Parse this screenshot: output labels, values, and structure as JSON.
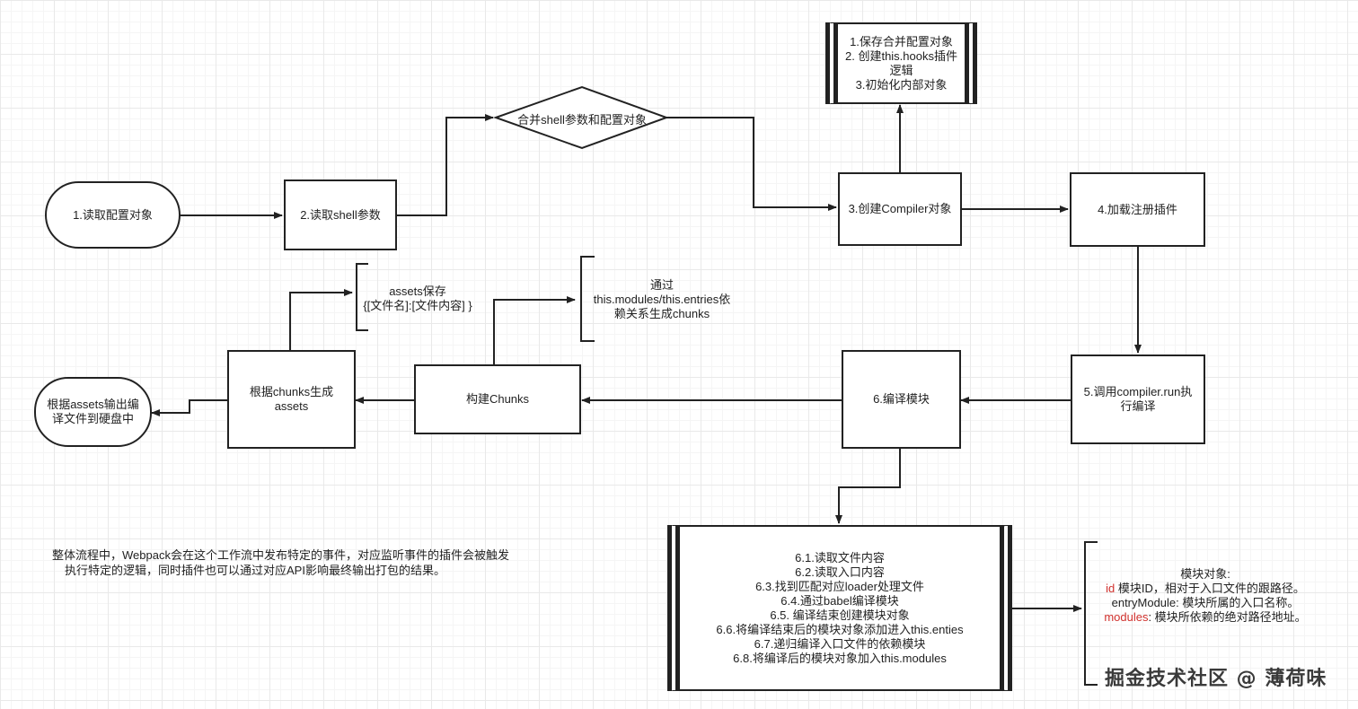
{
  "nodes": {
    "read_config": "1.读取配置对象",
    "read_shell": "2.读取shell参数",
    "merge_diamond": "合并shell参数和配置对象",
    "compiler_init": [
      "1.保存合并配置对象",
      "2. 创建this.hooks插件",
      "逻辑",
      "3.初始化内部对象"
    ],
    "create_compiler": "3.创建Compiler对象",
    "load_plugins": "4.加载注册插件",
    "run_compiler": [
      "5.调用compiler.run执",
      "行编译"
    ],
    "compile_modules": "6.编译模块",
    "build_chunks": "构建Chunks",
    "gen_assets": [
      "根据chunks生成",
      "assets"
    ],
    "output_assets": [
      "根据assets输出编",
      "译文件到硬盘中"
    ],
    "compile_steps": [
      "6.1.读取文件内容",
      "6.2.读取入口内容",
      "6.3.找到匹配对应loader处理文件",
      "6.4.通过babel编译模块",
      "6.5. 编译结束创建模块对象",
      "6.6.将编译结束后的模块对象添加进入this.enties",
      "6.7.递归编译入口文件的依赖模块",
      "6.8.将编译后的模块对象加入this.modules"
    ]
  },
  "annotations": {
    "assets_note": [
      "assets保存",
      "{[文件名]:[文件内容] }"
    ],
    "chunks_note": [
      "通过",
      "this.modules/this.entries依",
      "赖关系生成chunks"
    ],
    "module_object": {
      "title": "模块对象:",
      "id_key": "id",
      "id_text": "  模块ID，相对于入口文件的跟路径。",
      "entry_text": "entryModule: 模块所属的入口名称。",
      "modules_key": "modules",
      "modules_text": ": 模块所依赖的绝对路径地址。"
    }
  },
  "summary": [
    "整体流程中，Webpack会在这个工作流中发布特定的事件，对应监听事件的插件会被触发",
    "执行特定的逻辑，同时插件也可以通过对应API影响最终输出打包的结果。"
  ],
  "watermark": "掘金技术社区 @ 薄荷味",
  "colors": {
    "stroke": "#222222",
    "grid": "#e9e9e9",
    "highlight": "#d0312d"
  }
}
